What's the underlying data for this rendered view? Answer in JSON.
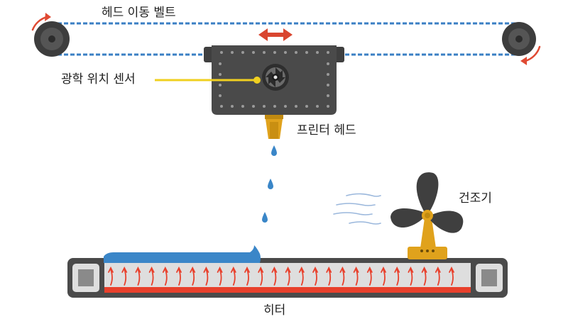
{
  "labels": {
    "head_belt": "헤드 이동 벨트",
    "optical_sensor": "광학 위치 센서",
    "print_head": "프린터 헤드",
    "dryer": "건조기",
    "heater": "히터"
  },
  "colors": {
    "belt_blue": "#3a7fc4",
    "metal_dark": "#4a4a4a",
    "brass": "#e0a21c",
    "ink_blue": "#3a86c8",
    "heat_red": "#e8402c",
    "sensor_callout": "#f0d020",
    "bed_gray": "#dedede"
  },
  "icons": {
    "belt_pulleys": "pulley-icon",
    "rotation": "rotation-arrow-icon",
    "direction": "double-arrow-icon",
    "sensor": "aperture-icon",
    "nozzle": "nozzle-icon",
    "ink": "ink-drop-icon",
    "fan": "fan-icon",
    "airflow": "airflow-icon",
    "heat": "heat-arrow-icon"
  }
}
